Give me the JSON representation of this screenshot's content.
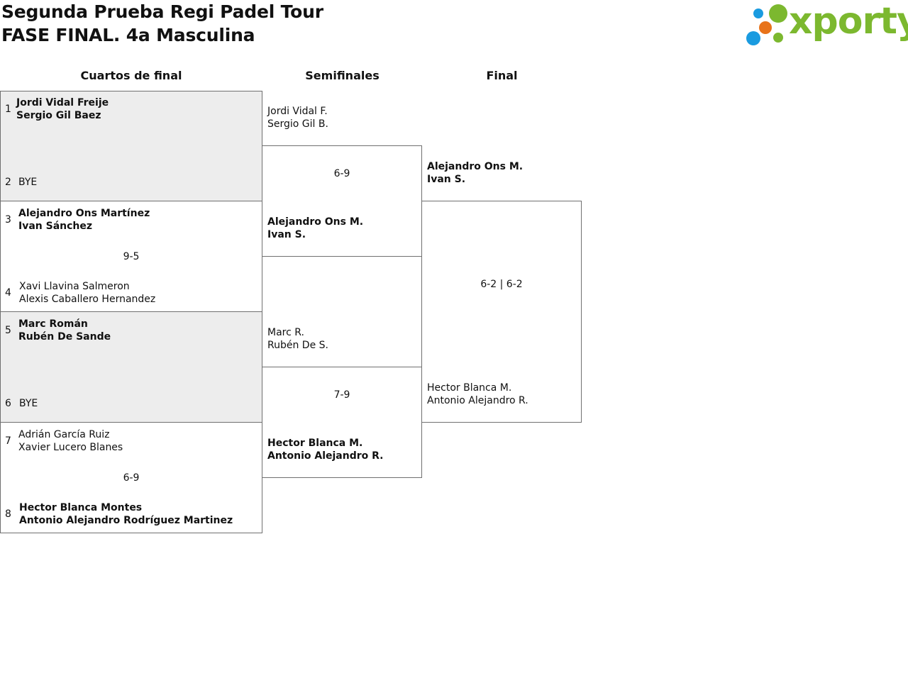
{
  "header": {
    "title_line1": "Segunda Prueba Regi Padel Tour",
    "title_line2": "FASE FINAL. 4a Masculina"
  },
  "logo": {
    "text": "xporty",
    "colors": {
      "green": "#7cb82f",
      "orange": "#e8731a",
      "blue": "#1a9be0"
    }
  },
  "rounds": {
    "quarters": "Cuartos de final",
    "semis": "Semifinales",
    "final": "Final"
  },
  "quarterfinals": [
    {
      "seed_a": "1",
      "team_a": [
        "Jordi Vidal Freije",
        "Sergio Gil Baez"
      ],
      "seed_b": "2",
      "team_b": [
        "BYE"
      ],
      "score": "",
      "winner": "a",
      "shaded": true
    },
    {
      "seed_a": "3",
      "team_a": [
        "Alejandro Ons Martínez",
        "Ivan Sánchez"
      ],
      "seed_b": "4",
      "team_b": [
        "Xavi Llavina Salmeron",
        "Alexis Caballero Hernandez"
      ],
      "score": "9-5",
      "winner": "a",
      "shaded": false
    },
    {
      "seed_a": "5",
      "team_a": [
        "Marc Román",
        "Rubén De Sande"
      ],
      "seed_b": "6",
      "team_b": [
        "BYE"
      ],
      "score": "",
      "winner": "a",
      "shaded": true
    },
    {
      "seed_a": "7",
      "team_a": [
        "Adrián García Ruiz",
        "Xavier Lucero Blanes"
      ],
      "seed_b": "8",
      "team_b": [
        "Hector Blanca Montes",
        "Antonio Alejandro Rodríguez Martinez"
      ],
      "score": "6-9",
      "winner": "b",
      "shaded": false
    }
  ],
  "semifinals": [
    {
      "team_a": [
        "Jordi Vidal F.",
        "Sergio Gil B."
      ],
      "team_b": [
        "Alejandro Ons M.",
        "Ivan S."
      ],
      "score": "6-9",
      "winner": "b"
    },
    {
      "team_a": [
        "Marc R.",
        "Rubén De S."
      ],
      "team_b": [
        "Hector Blanca M.",
        "Antonio Alejandro R."
      ],
      "score": "7-9",
      "winner": "b"
    }
  ],
  "final": {
    "team_a": [
      "Alejandro Ons M.",
      "Ivan S."
    ],
    "team_b": [
      "Hector Blanca M.",
      "Antonio Alejandro R."
    ],
    "score": "6-2 | 6-2",
    "winner": "a"
  }
}
